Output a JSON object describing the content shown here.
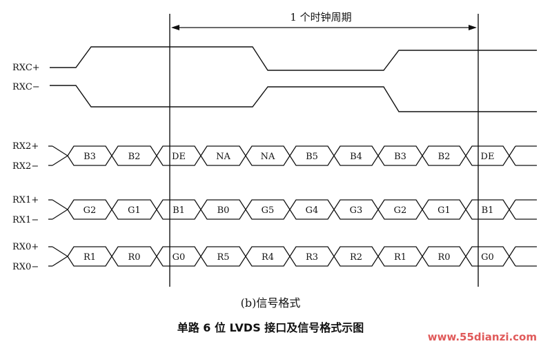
{
  "period_label": "1 个时钟周期",
  "clock": {
    "pos_label": "RXC+",
    "neg_label": "RXC−"
  },
  "lanes": [
    {
      "pos_label": "RX2+",
      "neg_label": "RX2−",
      "cells": [
        "B3",
        "B2",
        "DE",
        "NA",
        "NA",
        "B5",
        "B4",
        "B3",
        "B2",
        "DE"
      ]
    },
    {
      "pos_label": "RX1+",
      "neg_label": "RX1−",
      "cells": [
        "G2",
        "G1",
        "B1",
        "B0",
        "G5",
        "G4",
        "G3",
        "G2",
        "G1",
        "B1"
      ]
    },
    {
      "pos_label": "RX0+",
      "neg_label": "RX0−",
      "cells": [
        "R1",
        "R0",
        "G0",
        "R5",
        "R4",
        "R3",
        "R2",
        "R1",
        "R0",
        "G0"
      ]
    }
  ],
  "caption_sub": "(b)信号格式",
  "caption_main": "单路 6 位 LVDS 接口及信号格式示图",
  "watermark": "www.55dianzi.com"
}
